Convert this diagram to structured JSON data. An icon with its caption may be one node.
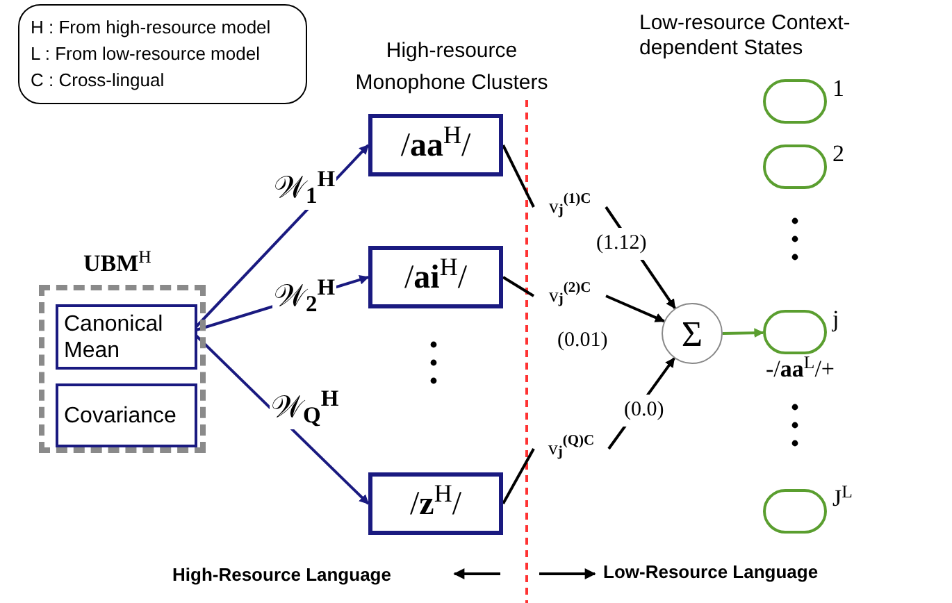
{
  "diagram": {
    "nodes": [
      {
        "text": [
          "H : From high-resource model",
          "L : From low-resource model",
          "C : Cross-lingual"
        ]
      },
      {
        "text": [
          "**UBM**$^{H}$"
        ]
      },
      {
        "text": [
          "Canonical Mean"
        ],
        "in": 1
      },
      {
        "text": [
          "Covariance"
        ],
        "in": 1
      },
      {
        "text": [
          "/**aa**$^{H}$/"
        ]
      },
      {
        "text": [
          "/**ai**$^{H}$/"
        ]
      },
      {
        "text": [
          "/**z**$^{H}$/"
        ]
      },
      {
        "text": [
          "v$_{j}$$^{(1)C}$"
        ]
      },
      {
        "text": [
          "v$_{j}$$^{(2)C}$"
        ]
      },
      {
        "text": [
          "v$_{j}$$^{(Q)C}$"
        ]
      },
      {
        "text": [
          "Σ"
        ]
      },
      {
        "text": [],
        "shape": "ellipse",
        "beside": [
          "1"
        ]
      },
      {
        "text": [],
        "shape": "ellipse",
        "beside": [
          "2"
        ]
      },
      {
        "text": [],
        "shape": "ellipse",
        "beside": [
          "j",
          "-/**aa**$^{L}$/+"
        ]
      },
      {
        "text": [],
        "shape": "ellipse",
        "beside": [
          "J$^{L}$"
        ]
      }
    ],
    "edges": [
      {
        "from": 2,
        "to": 4,
        "arrow": "to",
        "label": "𝒲$_{1}$$^{H}$",
        "color": "#1a1a80"
      },
      {
        "from": 2,
        "to": 5,
        "arrow": "to",
        "label": "𝒲$_{2}$$^{H}$",
        "color": "#1a1a80"
      },
      {
        "from": 2,
        "to": 6,
        "arrow": "to",
        "label": "𝒲$_{Q}$$^{H}$",
        "color": "#1a1a80"
      },
      {
        "from": 4,
        "to": 7,
        "arrow": "none"
      },
      {
        "from": 7,
        "to": 10,
        "arrow": "to",
        "label": "(1.12)"
      },
      {
        "from": 5,
        "to": 8,
        "arrow": "none"
      },
      {
        "from": 8,
        "to": 10,
        "arrow": "to",
        "label": "(0.01)"
      },
      {
        "from": 6,
        "to": 9,
        "arrow": "none"
      },
      {
        "from": 9,
        "to": 10,
        "arrow": "to",
        "label": "(0.0)"
      },
      {
        "from": 10,
        "to": 13,
        "arrow": "to",
        "color": "#5a9e2f"
      }
    ],
    "labels": [
      "High-resource Monophone Clusters",
      "Low-resource Context-dependent States",
      "High-Resource Language",
      "Low-Resource Language"
    ]
  }
}
